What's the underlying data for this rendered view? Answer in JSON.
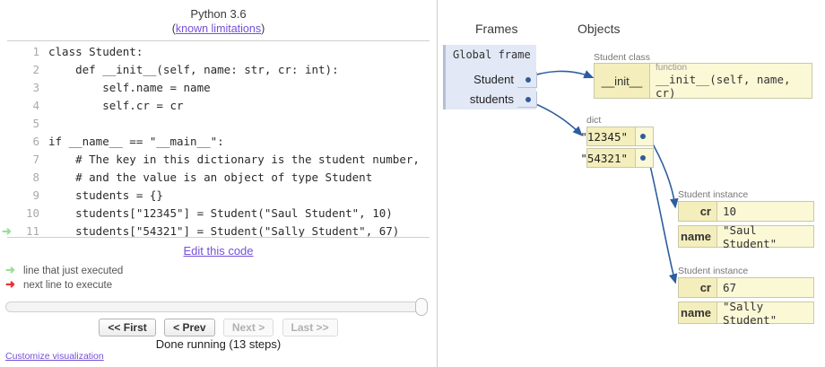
{
  "header": {
    "python_version": "Python 3.6",
    "limitations_prefix": "(",
    "limitations_link": "known limitations",
    "limitations_suffix": ")"
  },
  "code": {
    "lines": [
      {
        "num": "1",
        "text": "class Student:",
        "marker": ""
      },
      {
        "num": "2",
        "text": "    def __init__(self, name: str, cr: int):",
        "marker": ""
      },
      {
        "num": "3",
        "text": "        self.name = name",
        "marker": ""
      },
      {
        "num": "4",
        "text": "        self.cr = cr",
        "marker": ""
      },
      {
        "num": "5",
        "text": "",
        "marker": ""
      },
      {
        "num": "6",
        "text": "if __name__ == \"__main__\":",
        "marker": ""
      },
      {
        "num": "7",
        "text": "    # The key in this dictionary is the student number,",
        "marker": ""
      },
      {
        "num": "8",
        "text": "    # and the value is an object of type Student",
        "marker": ""
      },
      {
        "num": "9",
        "text": "    students = {}",
        "marker": ""
      },
      {
        "num": "10",
        "text": "    students[\"12345\"] = Student(\"Saul Student\", 10)",
        "marker": ""
      },
      {
        "num": "11",
        "text": "    students[\"54321\"] = Student(\"Sally Student\", 67)",
        "marker": "executed"
      }
    ],
    "edit_link": "Edit this code"
  },
  "legend": {
    "just_executed": "line that just executed",
    "next_to_execute": "next line to execute",
    "arrow_glyph": "➜"
  },
  "controls": {
    "first": "<< First",
    "prev": "< Prev",
    "next": "Next >",
    "last": "Last >>",
    "status": "Done running (13 steps)",
    "customize": "Customize visualization"
  },
  "viz": {
    "frames_heading": "Frames",
    "objects_heading": "Objects",
    "global_frame": {
      "title": "Global frame",
      "vars": [
        {
          "name": "Student"
        },
        {
          "name": "students"
        }
      ]
    },
    "objects": [
      {
        "label": "Student class",
        "rows": [
          {
            "key": "__init__",
            "type": "function",
            "value": "__init__(self, name, cr)"
          }
        ]
      },
      {
        "label": "dict",
        "rows": [
          {
            "key": "\"12345\"",
            "value": ""
          },
          {
            "key": "\"54321\"",
            "value": ""
          }
        ]
      },
      {
        "label": "Student instance",
        "rows": [
          {
            "key": "cr",
            "value": "10"
          },
          {
            "key": "name",
            "value": "\"Saul Student\""
          }
        ]
      },
      {
        "label": "Student instance",
        "rows": [
          {
            "key": "cr",
            "value": "67"
          },
          {
            "key": "name",
            "value": "\"Sally Student\""
          }
        ]
      }
    ]
  },
  "colors": {
    "frame_bg": "#e2e8f5",
    "object_bg": "#fcf9d8",
    "object_key_bg": "#f3eebb",
    "arrow": "#2d5d9e",
    "link": "#7550d8",
    "green_arrow": "#9adf9a",
    "red_arrow": "#e53030"
  }
}
